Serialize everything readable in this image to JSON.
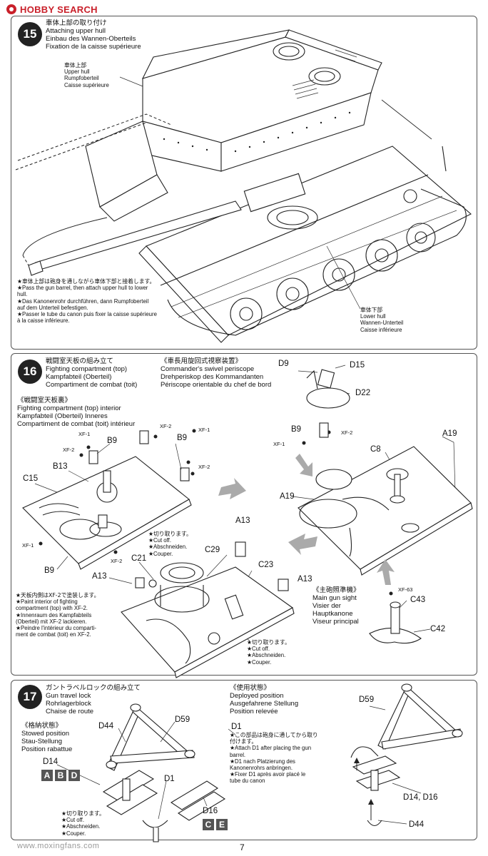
{
  "header": {
    "brand": "HOBBY SEARCH"
  },
  "step15": {
    "number": "15",
    "title_lines": [
      "車体上部の取り付け",
      "Attaching upper hull",
      "Einbau des Wannen-Oberteils",
      "Fixation de la caisse supérieure"
    ],
    "upper_hull_label": [
      "車体上部",
      "Upper hull",
      "Rumpfoberteil",
      "Caisse supérieure"
    ],
    "lower_hull_label": [
      "車体下部",
      "Lower hull",
      "Wannen-Unterteil",
      "Caisse inférieure"
    ],
    "note": [
      "★車体上部は砲身を通しながら車体下部と接着します。",
      "★Pass the gun barrel, then attach upper hull to lower",
      "hull.",
      "★Das Kanonenrohr durchführen, dann Rumpfoberteil",
      "auf dem Unterteil befestigen.",
      "★Passer le tube du canon puis fixer la caisse supérieure",
      "à la caisse inférieure."
    ]
  },
  "step16": {
    "number": "16",
    "title_lines": [
      "戦闘室天板の組み立て",
      "Fighting compartment (top)",
      "Kampfabteil (Oberteil)",
      "Compartiment de combat (toit)"
    ],
    "interior_lines": [
      "《戦闘室天板裏》",
      "Fighting compartment (top) interior",
      "Kampfabteil (Oberteil) Inneres",
      "Compartiment de combat (toit) intérieur"
    ],
    "periscope_lines": [
      "《車長用旋回式視察装置》",
      "Commander's swivel periscope",
      "Drehperiskop des Kommandanten",
      "Périscope orientable du chef de bord"
    ],
    "sight_lines": [
      "《主砲照準機》",
      "Main gun sight",
      "Visier der",
      "Hauptkanone",
      "Viseur principal"
    ],
    "paint_note": [
      "★天板内側はXF-2で塗装します。",
      "★Paint interior of fighting",
      "compartment (top) with XF-2.",
      "★Innenraum des Kampfabteils",
      "(Oberteil) mit XF-2 lackieren.",
      "★Peindre l'intérieur du comparti-",
      "ment de combat (toit) en XF-2."
    ],
    "cut_note_1": [
      "★切り取ります。",
      "★Cut off.",
      "★Abschneiden.",
      "★Couper."
    ],
    "cut_note_2": [
      "★切り取ります。",
      "★Cut off.",
      "★Abschneiden.",
      "★Couper."
    ],
    "parts": {
      "B9": "B9",
      "B13": "B13",
      "C15": "C15",
      "C21": "C21",
      "C29": "C29",
      "C23": "C23",
      "A13": "A13",
      "D9": "D9",
      "D15": "D15",
      "D22": "D22",
      "A19": "A19",
      "C8": "C8",
      "C43": "C43",
      "C42": "C42"
    },
    "paints": {
      "XF1": "XF-1",
      "XF2": "XF-2",
      "XF63": "XF-63"
    }
  },
  "step17": {
    "number": "17",
    "title_lines": [
      "ガントラベルロックの組み立て",
      "Gun travel lock",
      "Rohrlagerblock",
      "Chaise de route"
    ],
    "stowed_lines": [
      "《格納状態》",
      "Stowed position",
      "Stau-Stellung",
      "Position rabattue"
    ],
    "deployed_lines": [
      "《使用状態》",
      "Deployed position",
      "Ausgefahrene Stellung",
      "Position relevée"
    ],
    "d1_note": [
      "★この部品は砲身に通してから取り",
      "付けます。",
      "★Attach D1 after placing the gun",
      "barrel.",
      "★D1 nach Platzierung des",
      "Kanonenrohrs anbringen.",
      "★Fixer D1 après avoir placé le",
      "tube du canon"
    ],
    "cut_note": [
      "★切り取ります。",
      "★Cut off.",
      "★Abschneiden.",
      "★Couper."
    ],
    "parts": {
      "D1": "D1",
      "D14": "D14",
      "D16": "D16",
      "D44": "D44",
      "D59": "D59",
      "D14_D16": "D14, D16"
    },
    "chips_d14": [
      "A",
      "B",
      "D"
    ],
    "chips_d16": [
      "C",
      "E"
    ]
  },
  "footer": {
    "page_number": "7",
    "watermark_text": "www.moxingfans.com"
  }
}
